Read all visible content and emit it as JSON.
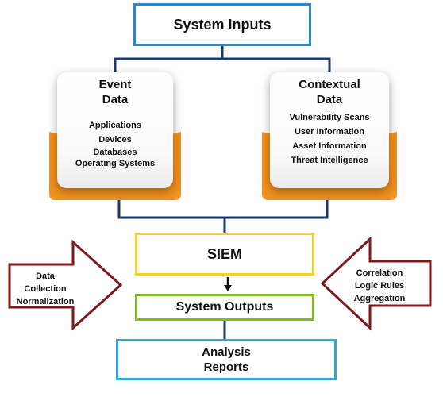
{
  "system_inputs": {
    "title": "System Inputs"
  },
  "event_data": {
    "title_line1": "Event",
    "title_line2": "Data",
    "items": [
      "Applications",
      "Devices",
      "Databases",
      "Operating Systems"
    ]
  },
  "contextual_data": {
    "title_line1": "Contextual",
    "title_line2": "Data",
    "items": [
      "Vulnerability Scans",
      "User Information",
      "Asset Information",
      "Threat Intelligence"
    ]
  },
  "siem": {
    "title": "SIEM"
  },
  "system_outputs": {
    "title": "System Outputs"
  },
  "analysis": {
    "line1": "Analysis",
    "line2": "Reports"
  },
  "left_arrow": {
    "lines": [
      "Data",
      "Collection",
      "Normalization"
    ]
  },
  "right_arrow": {
    "lines": [
      "Correlation",
      "Logic Rules",
      "Aggregation"
    ]
  },
  "colors": {
    "inputs_border": "#2f86c8",
    "connector": "#1b3a6b",
    "card_accent": "#f0901e",
    "siem_border": "#f6cf2e",
    "outputs_border": "#7fba2b",
    "analysis_border": "#2fa7d9",
    "side_arrow_border": "#7a1a1a"
  }
}
